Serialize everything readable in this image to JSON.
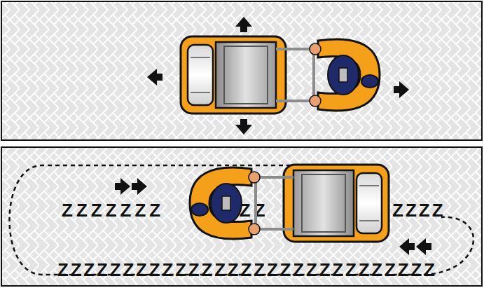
{
  "diagram": {
    "labels": [
      "ZZZZZZZ",
      "ZZZZ",
      "ZZZZ",
      "ZZZZZZZZZZZZZZZZZZZZZZZZZZZZZ"
    ]
  }
}
